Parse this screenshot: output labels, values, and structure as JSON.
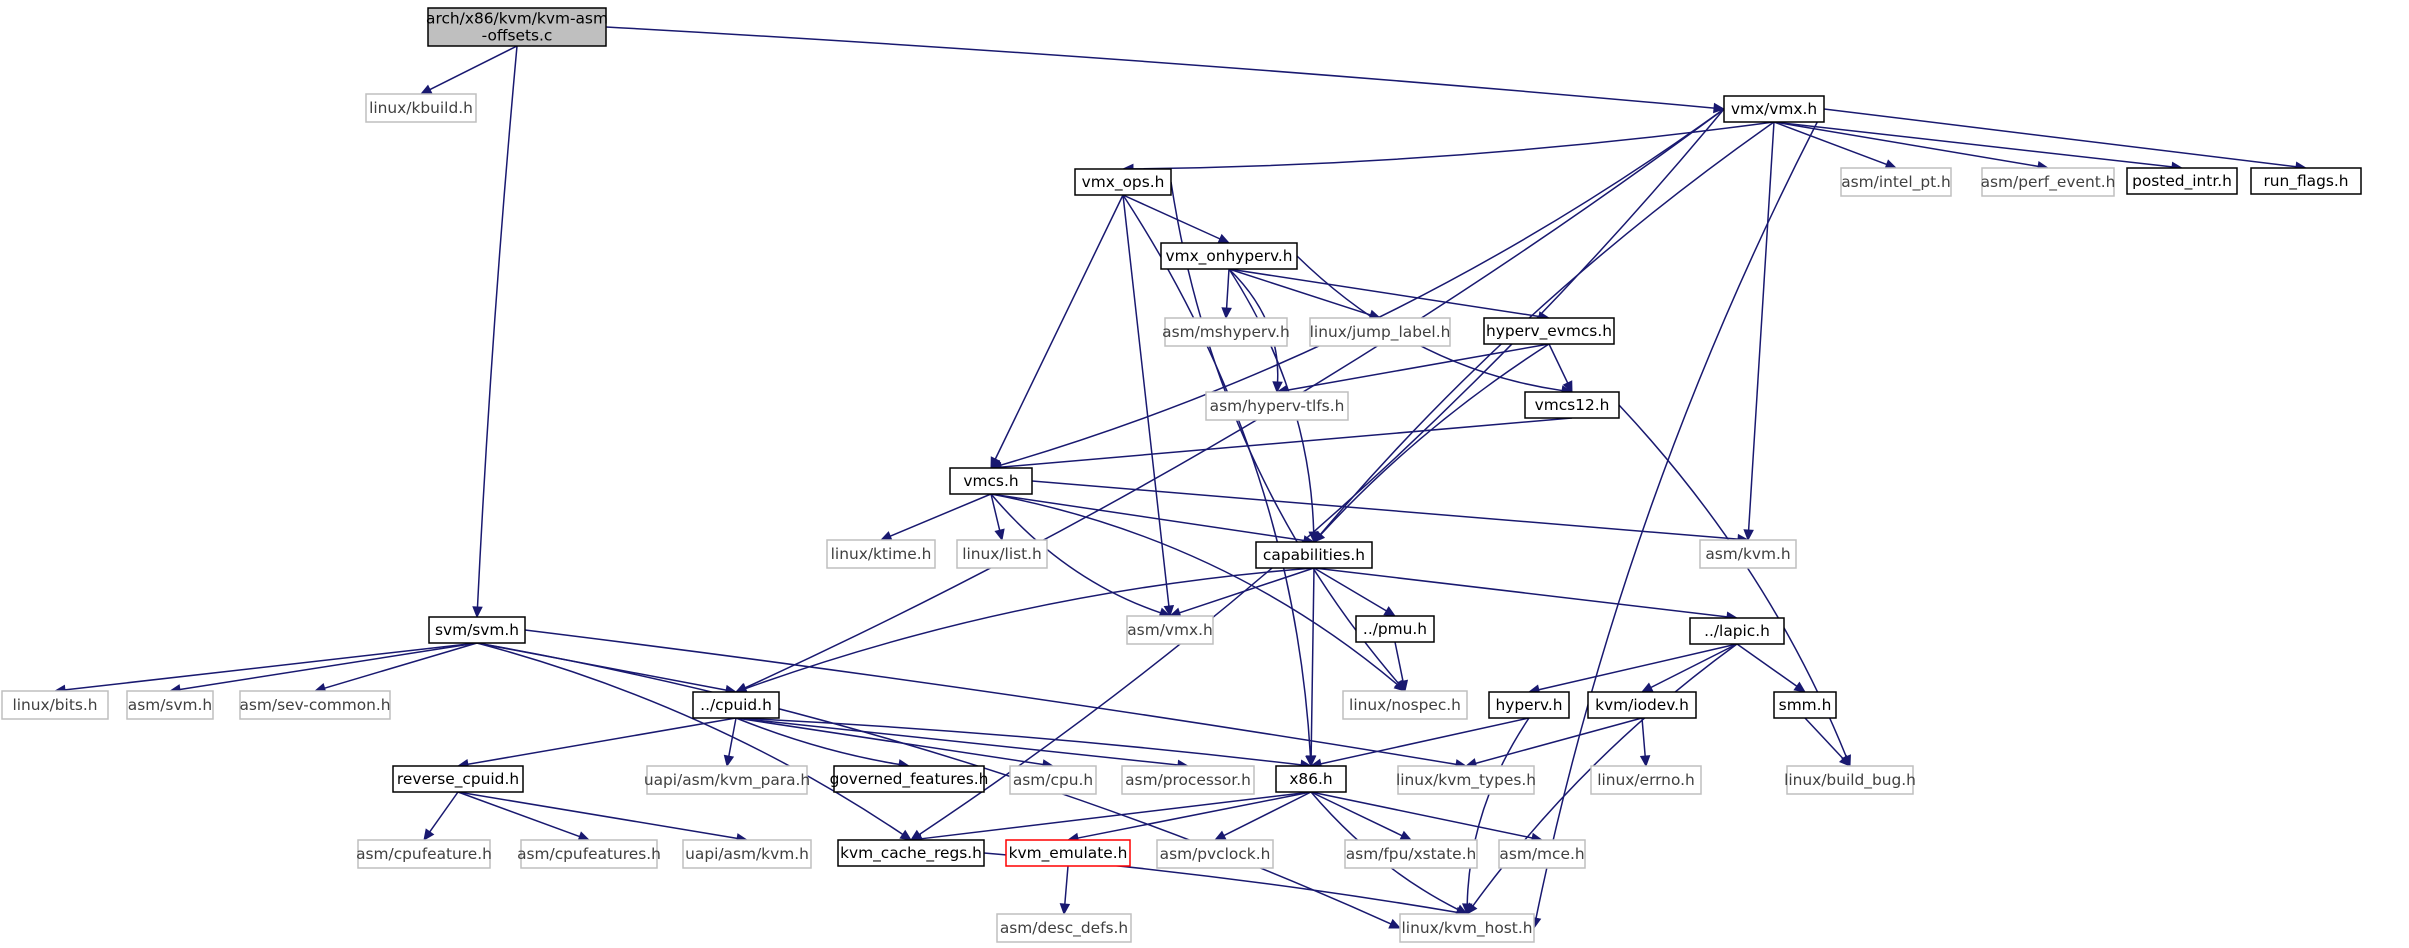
{
  "colors": {
    "edge": "#191970",
    "root_fill": "#bfbfbf",
    "internal_border": "#000000",
    "external_border": "#bfbfbf",
    "external_text": "#404040",
    "truncated_border": "#ff0000"
  },
  "nodes": {
    "root": {
      "lines": [
        "arch/x86/kvm/kvm-asm",
        "-offsets.c"
      ],
      "kind": "root"
    },
    "kbuild": {
      "lines": [
        "linux/kbuild.h"
      ],
      "kind": "external"
    },
    "vmx": {
      "lines": [
        "vmx/vmx.h"
      ],
      "kind": "internal"
    },
    "intel_pt": {
      "lines": [
        "asm/intel_pt.h"
      ],
      "kind": "external"
    },
    "perf_event": {
      "lines": [
        "asm/perf_event.h"
      ],
      "kind": "external"
    },
    "posted_intr": {
      "lines": [
        "posted_intr.h"
      ],
      "kind": "internal"
    },
    "run_flags": {
      "lines": [
        "run_flags.h"
      ],
      "kind": "internal"
    },
    "vmx_ops": {
      "lines": [
        "vmx_ops.h"
      ],
      "kind": "internal"
    },
    "vmx_onhyperv": {
      "lines": [
        "vmx_onhyperv.h"
      ],
      "kind": "internal"
    },
    "mshyperv": {
      "lines": [
        "asm/mshyperv.h"
      ],
      "kind": "external"
    },
    "jump_label": {
      "lines": [
        "linux/jump_label.h"
      ],
      "kind": "external"
    },
    "hyperv_evmcs": {
      "lines": [
        "hyperv_evmcs.h"
      ],
      "kind": "internal"
    },
    "hyperv_tlfs": {
      "lines": [
        "asm/hyperv-tlfs.h"
      ],
      "kind": "external"
    },
    "vmcs12": {
      "lines": [
        "vmcs12.h"
      ],
      "kind": "internal"
    },
    "vmcs": {
      "lines": [
        "vmcs.h"
      ],
      "kind": "internal"
    },
    "ktime": {
      "lines": [
        "linux/ktime.h"
      ],
      "kind": "external"
    },
    "list": {
      "lines": [
        "linux/list.h"
      ],
      "kind": "external"
    },
    "capabilities": {
      "lines": [
        "capabilities.h"
      ],
      "kind": "internal"
    },
    "asm_kvm": {
      "lines": [
        "asm/kvm.h"
      ],
      "kind": "external"
    },
    "asm_vmx": {
      "lines": [
        "asm/vmx.h"
      ],
      "kind": "external"
    },
    "pmu": {
      "lines": [
        "../pmu.h"
      ],
      "kind": "internal"
    },
    "lapic": {
      "lines": [
        "../lapic.h"
      ],
      "kind": "internal"
    },
    "svm": {
      "lines": [
        "svm/svm.h"
      ],
      "kind": "internal"
    },
    "bits": {
      "lines": [
        "linux/bits.h"
      ],
      "kind": "external"
    },
    "asm_svm": {
      "lines": [
        "asm/svm.h"
      ],
      "kind": "external"
    },
    "sev_common": {
      "lines": [
        "asm/sev-common.h"
      ],
      "kind": "external"
    },
    "cpuid": {
      "lines": [
        "../cpuid.h"
      ],
      "kind": "internal"
    },
    "nospec": {
      "lines": [
        "linux/nospec.h"
      ],
      "kind": "external"
    },
    "hyperv": {
      "lines": [
        "hyperv.h"
      ],
      "kind": "internal"
    },
    "iodev": {
      "lines": [
        "kvm/iodev.h"
      ],
      "kind": "internal"
    },
    "smm": {
      "lines": [
        "smm.h"
      ],
      "kind": "internal"
    },
    "reverse_cpuid": {
      "lines": [
        "reverse_cpuid.h"
      ],
      "kind": "internal"
    },
    "kvm_para": {
      "lines": [
        "uapi/asm/kvm_para.h"
      ],
      "kind": "external"
    },
    "governed": {
      "lines": [
        "governed_features.h"
      ],
      "kind": "internal"
    },
    "cpu": {
      "lines": [
        "asm/cpu.h"
      ],
      "kind": "external"
    },
    "processor": {
      "lines": [
        "asm/processor.h"
      ],
      "kind": "external"
    },
    "x86": {
      "lines": [
        "x86.h"
      ],
      "kind": "internal"
    },
    "kvm_types": {
      "lines": [
        "linux/kvm_types.h"
      ],
      "kind": "external"
    },
    "errno": {
      "lines": [
        "linux/errno.h"
      ],
      "kind": "external"
    },
    "build_bug": {
      "lines": [
        "linux/build_bug.h"
      ],
      "kind": "external"
    },
    "cpufeature": {
      "lines": [
        "asm/cpufeature.h"
      ],
      "kind": "external"
    },
    "cpufeatures": {
      "lines": [
        "asm/cpufeatures.h"
      ],
      "kind": "external"
    },
    "uapi_kvm": {
      "lines": [
        "uapi/asm/kvm.h"
      ],
      "kind": "external"
    },
    "cache_regs": {
      "lines": [
        "kvm_cache_regs.h"
      ],
      "kind": "internal"
    },
    "emulate": {
      "lines": [
        "kvm_emulate.h"
      ],
      "kind": "truncated"
    },
    "pvclock": {
      "lines": [
        "asm/pvclock.h"
      ],
      "kind": "external"
    },
    "xstate": {
      "lines": [
        "asm/fpu/xstate.h"
      ],
      "kind": "external"
    },
    "mce": {
      "lines": [
        "asm/mce.h"
      ],
      "kind": "external"
    },
    "desc_defs": {
      "lines": [
        "asm/desc_defs.h"
      ],
      "kind": "external"
    },
    "kvm_host": {
      "lines": [
        "linux/kvm_host.h"
      ],
      "kind": "external"
    }
  },
  "edges": [
    [
      "root",
      "kbuild"
    ],
    [
      "root",
      "vmx"
    ],
    [
      "root",
      "svm"
    ],
    [
      "vmx",
      "vmx_ops"
    ],
    [
      "vmx",
      "intel_pt"
    ],
    [
      "vmx",
      "perf_event"
    ],
    [
      "vmx",
      "posted_intr"
    ],
    [
      "vmx",
      "run_flags"
    ],
    [
      "vmx",
      "vmcs"
    ],
    [
      "vmx",
      "capabilities"
    ],
    [
      "vmx",
      "asm_kvm"
    ],
    [
      "vmx",
      "cpuid"
    ],
    [
      "vmx",
      "cache_regs"
    ],
    [
      "vmx",
      "kvm_host"
    ],
    [
      "vmx_ops",
      "vmx_onhyperv"
    ],
    [
      "vmx_ops",
      "vmcs"
    ],
    [
      "vmx_ops",
      "asm_vmx"
    ],
    [
      "vmx_ops",
      "nospec"
    ],
    [
      "vmx_ops",
      "x86"
    ],
    [
      "vmx_onhyperv",
      "mshyperv"
    ],
    [
      "vmx_onhyperv",
      "jump_label"
    ],
    [
      "vmx_onhyperv",
      "hyperv_evmcs"
    ],
    [
      "vmx_onhyperv",
      "hyperv_tlfs"
    ],
    [
      "vmx_onhyperv",
      "vmcs12"
    ],
    [
      "vmx_onhyperv",
      "capabilities"
    ],
    [
      "hyperv_evmcs",
      "hyperv_tlfs"
    ],
    [
      "hyperv_evmcs",
      "vmcs12"
    ],
    [
      "hyperv_evmcs",
      "capabilities"
    ],
    [
      "vmcs12",
      "vmcs"
    ],
    [
      "vmcs12",
      "build_bug"
    ],
    [
      "vmcs",
      "ktime"
    ],
    [
      "vmcs",
      "list"
    ],
    [
      "vmcs",
      "capabilities"
    ],
    [
      "vmcs",
      "asm_kvm"
    ],
    [
      "vmcs",
      "asm_vmx"
    ],
    [
      "vmcs",
      "nospec"
    ],
    [
      "capabilities",
      "asm_vmx"
    ],
    [
      "capabilities",
      "pmu"
    ],
    [
      "capabilities",
      "lapic"
    ],
    [
      "capabilities",
      "cpuid"
    ],
    [
      "capabilities",
      "x86"
    ],
    [
      "pmu",
      "nospec"
    ],
    [
      "lapic",
      "hyperv"
    ],
    [
      "lapic",
      "iodev"
    ],
    [
      "lapic",
      "smm"
    ],
    [
      "lapic",
      "kvm_host"
    ],
    [
      "hyperv",
      "x86"
    ],
    [
      "hyperv",
      "kvm_host"
    ],
    [
      "iodev",
      "kvm_types"
    ],
    [
      "iodev",
      "errno"
    ],
    [
      "smm",
      "build_bug"
    ],
    [
      "svm",
      "bits"
    ],
    [
      "svm",
      "asm_svm"
    ],
    [
      "svm",
      "sev_common"
    ],
    [
      "svm",
      "cpuid"
    ],
    [
      "svm",
      "kvm_types"
    ],
    [
      "svm",
      "cache_regs"
    ],
    [
      "svm",
      "kvm_host"
    ],
    [
      "cpuid",
      "reverse_cpuid"
    ],
    [
      "cpuid",
      "kvm_para"
    ],
    [
      "cpuid",
      "governed"
    ],
    [
      "cpuid",
      "cpu"
    ],
    [
      "cpuid",
      "processor"
    ],
    [
      "cpuid",
      "x86"
    ],
    [
      "reverse_cpuid",
      "cpufeature"
    ],
    [
      "reverse_cpuid",
      "cpufeatures"
    ],
    [
      "reverse_cpuid",
      "uapi_kvm"
    ],
    [
      "x86",
      "cache_regs"
    ],
    [
      "x86",
      "emulate"
    ],
    [
      "x86",
      "pvclock"
    ],
    [
      "x86",
      "xstate"
    ],
    [
      "x86",
      "mce"
    ],
    [
      "x86",
      "kvm_host"
    ],
    [
      "cache_regs",
      "kvm_host"
    ],
    [
      "emulate",
      "desc_defs"
    ]
  ]
}
